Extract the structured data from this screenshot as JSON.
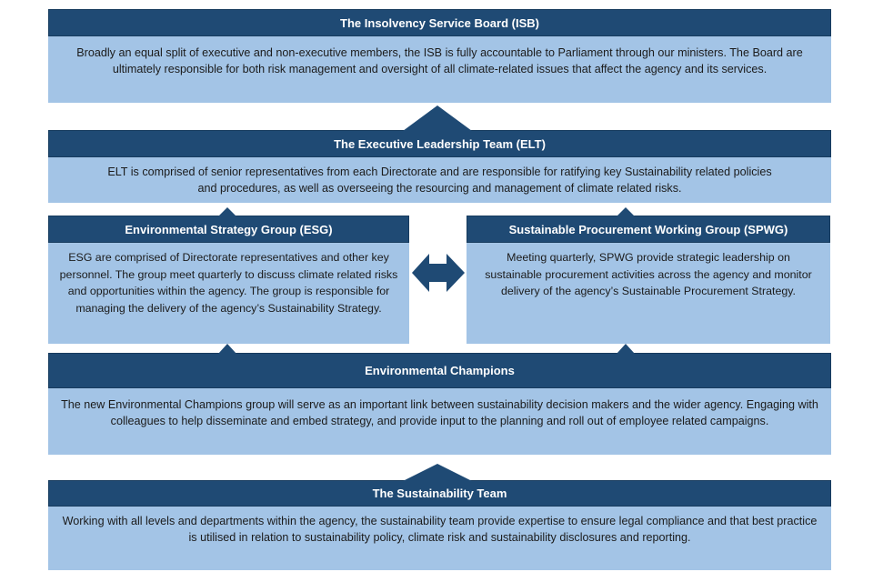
{
  "diagram": {
    "colors": {
      "header": "#1f4a74",
      "body": "#a3c4e6",
      "arrow": "#1f4a74",
      "background": "#ffffff"
    },
    "boxes": {
      "isb": {
        "title": "The Insolvency Service Board (ISB)",
        "text": "Broadly an equal split of executive and non-executive members, the ISB is fully accountable to Parliament through our ministers. The Board are ultimately responsible for both risk management and oversight of all climate-related issues that affect the agency and its services."
      },
      "elt": {
        "title": "The Executive Leadership Team (ELT)",
        "text": "ELT is comprised of senior representatives from each Directorate and are responsible for ratifying key Sustainability related policies and procedures, as well as overseeing the resourcing and management of climate related risks."
      },
      "esg": {
        "title": "Environmental Strategy Group (ESG)",
        "text": "ESG are comprised of Directorate representatives and other key personnel. The group meet quarterly to discuss climate related risks and opportunities within the agency. The group is responsible for managing the delivery of the agency’s Sustainability Strategy."
      },
      "spwg": {
        "title": "Sustainable Procurement Working Group (SPWG)",
        "text": "Meeting quarterly, SPWG provide strategic leadership on sustainable procurement activities across the agency and  monitor delivery of the agency’s Sustainable Procurement Strategy."
      },
      "champions": {
        "title": "Environmental Champions",
        "text": "The new Environmental Champions group will serve as an important link between sustainability decision makers and the wider agency. Engaging with colleagues to help disseminate and embed strategy, and provide input to the planning and roll out of employee related campaigns."
      },
      "sustainability": {
        "title": "The Sustainability Team",
        "text": "Working with all levels and departments within the agency, the sustainability team provide expertise to ensure legal compliance and that best practice is utilised in relation to sustainability policy, climate risk and sustainability disclosures and reporting."
      }
    },
    "connectors": [
      {
        "from": "elt",
        "to": "isb",
        "type": "arrow-up"
      },
      {
        "from": "esg",
        "to": "elt",
        "type": "arrow-up"
      },
      {
        "from": "spwg",
        "to": "elt",
        "type": "arrow-up"
      },
      {
        "from": "esg",
        "to": "spwg",
        "type": "double-arrow"
      },
      {
        "from": "champions",
        "to": "esg",
        "type": "arrow-up"
      },
      {
        "from": "champions",
        "to": "spwg",
        "type": "arrow-up"
      },
      {
        "from": "sustainability",
        "to": "champions",
        "type": "arrow-up"
      }
    ]
  }
}
